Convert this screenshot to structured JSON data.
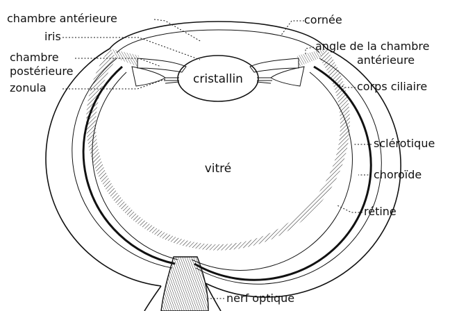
{
  "labels": {
    "chambre_anterieure": "chambre antérieure",
    "iris": "iris",
    "chambre_posterieure_1": "chambre",
    "chambre_posterieure_2": "postérieure",
    "zonula": "zonula",
    "cornee": "cornée",
    "angle_1": "angle de la chambre",
    "angle_2": "antérieure",
    "corps_ciliaire": "corps ciliaire",
    "sclerotique": "sclérotique",
    "choroide": "choroïde",
    "retine": "rétine",
    "nerf_optique": "nerf optique",
    "cristallin": "cristallin",
    "vitre": "vitré"
  }
}
